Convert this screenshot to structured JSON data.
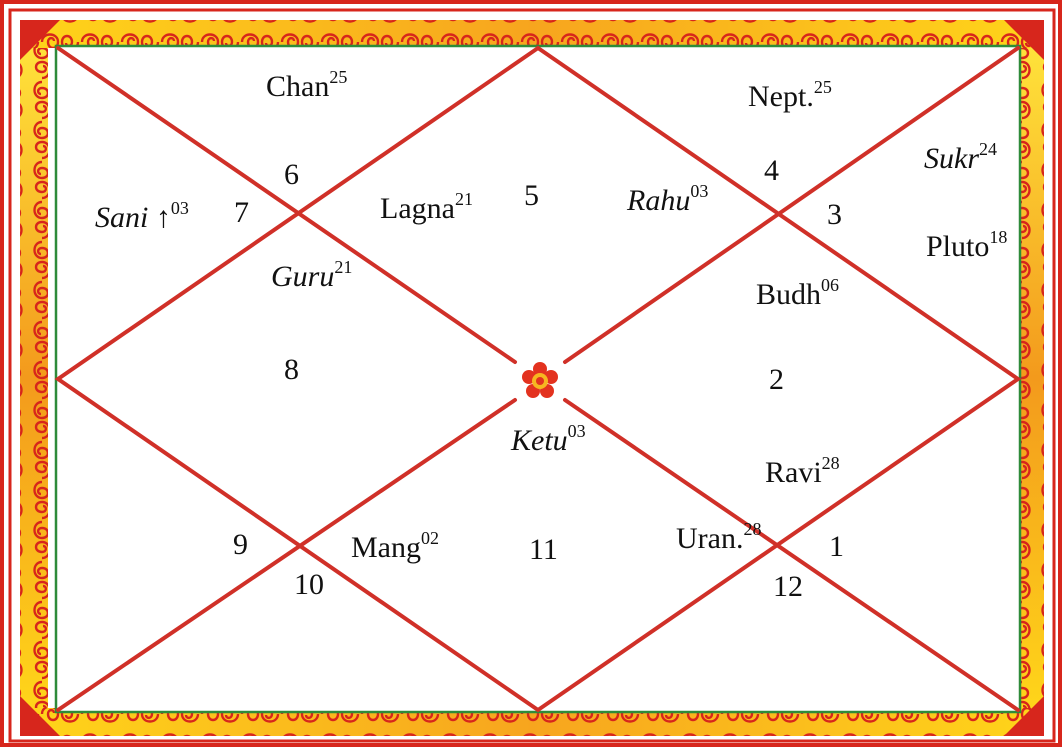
{
  "colors": {
    "frame": "#d7261c",
    "border_yellow": "#ffd51a",
    "border_orange": "#f39a1c",
    "inner_line": "#2e8b3a",
    "chart_lines": "#d03028",
    "center_flower": "#e3321f"
  },
  "houses": {
    "h1": "1",
    "h2": "2",
    "h3": "3",
    "h4": "4",
    "h5": "5",
    "h6": "6",
    "h7": "7",
    "h8": "8",
    "h9": "9",
    "h10": "10",
    "h11": "11",
    "h12": "12"
  },
  "planets": {
    "chan": {
      "name": "Chan",
      "deg": "25"
    },
    "nept": {
      "name": "Nept.",
      "deg": "25"
    },
    "sukr": {
      "name": "Sukr",
      "deg": "24"
    },
    "sani": {
      "name": "Sani",
      "arrow": "↑",
      "deg": "03"
    },
    "lagna": {
      "name": "Lagna",
      "deg": "21"
    },
    "rahu": {
      "name": "Rahu",
      "deg": "03"
    },
    "pluto": {
      "name": "Pluto",
      "deg": "18"
    },
    "guru": {
      "name": "Guru",
      "deg": "21"
    },
    "budh": {
      "name": "Budh",
      "deg": "06"
    },
    "ketu": {
      "name": "Ketu",
      "deg": "03"
    },
    "ravi": {
      "name": "Ravi",
      "deg": "28"
    },
    "mang": {
      "name": "Mang",
      "deg": "02"
    },
    "uran": {
      "name": "Uran.",
      "deg": "28"
    }
  },
  "icons": {
    "center": "flower-icon",
    "border": "scroll-pattern"
  }
}
